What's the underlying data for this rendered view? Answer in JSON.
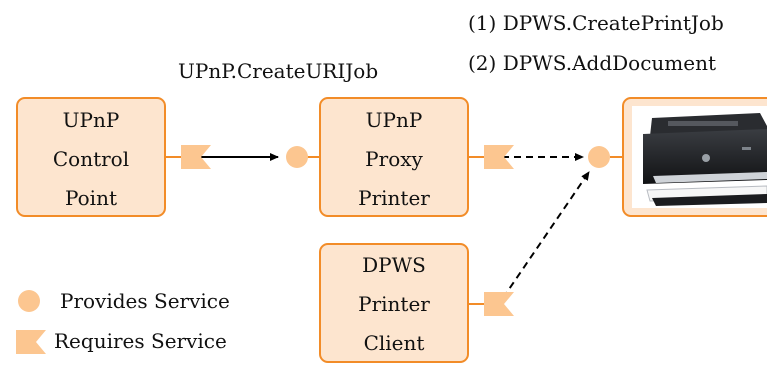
{
  "colors": {
    "box_fill": "#FDE5CF",
    "box_stroke": "#F28C28",
    "socket_fill": "#FCC690",
    "line": "#000000"
  },
  "boxes": {
    "upnp_control_point": {
      "lines": [
        "UPnP",
        "Control",
        "Point"
      ]
    },
    "upnp_proxy_printer": {
      "lines": [
        "UPnP",
        "Proxy",
        "Printer"
      ]
    },
    "dpws_printer_client": {
      "lines": [
        "DPWS",
        "Printer",
        "Client"
      ]
    },
    "printer": {
      "image": "laser-printer-photo"
    }
  },
  "messages": {
    "upnp_call": "UPnP.CreateURIJob",
    "dpws_call_1": "(1) DPWS.CreatePrintJob",
    "dpws_call_2": "(2) DPWS.AddDocument"
  },
  "legend": {
    "provides": "Provides Service",
    "requires": "Requires Service"
  },
  "icons": {
    "provides": "ball-icon",
    "requires": "socket-icon"
  }
}
